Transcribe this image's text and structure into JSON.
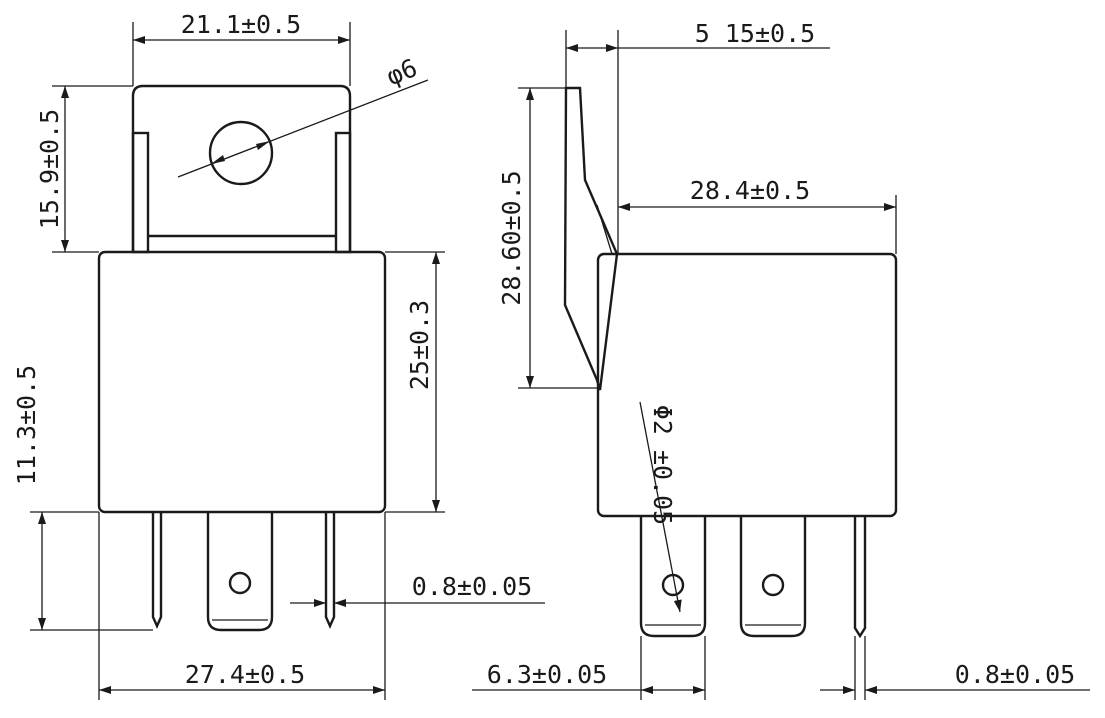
{
  "front_view": {
    "width_label": "21.1±0.5",
    "hole_label": "φ6",
    "tab_height_label": "15.9±0.5",
    "body_height_label": "25±0.3",
    "pin_length_label": "11.3±0.5",
    "body_width_label": "27.4±0.5",
    "pin_thickness_label": "0.8±0.05"
  },
  "side_view": {
    "bracket_label": "5 15±0.5",
    "bracket_height_label": "28.60±0.5",
    "body_depth_label": "28.4±0.5",
    "pin_hole_label": "Φ2 ±0.05",
    "terminal_width_label": "6.3±0.05",
    "pin_thickness_label": "0.8±0.05"
  }
}
